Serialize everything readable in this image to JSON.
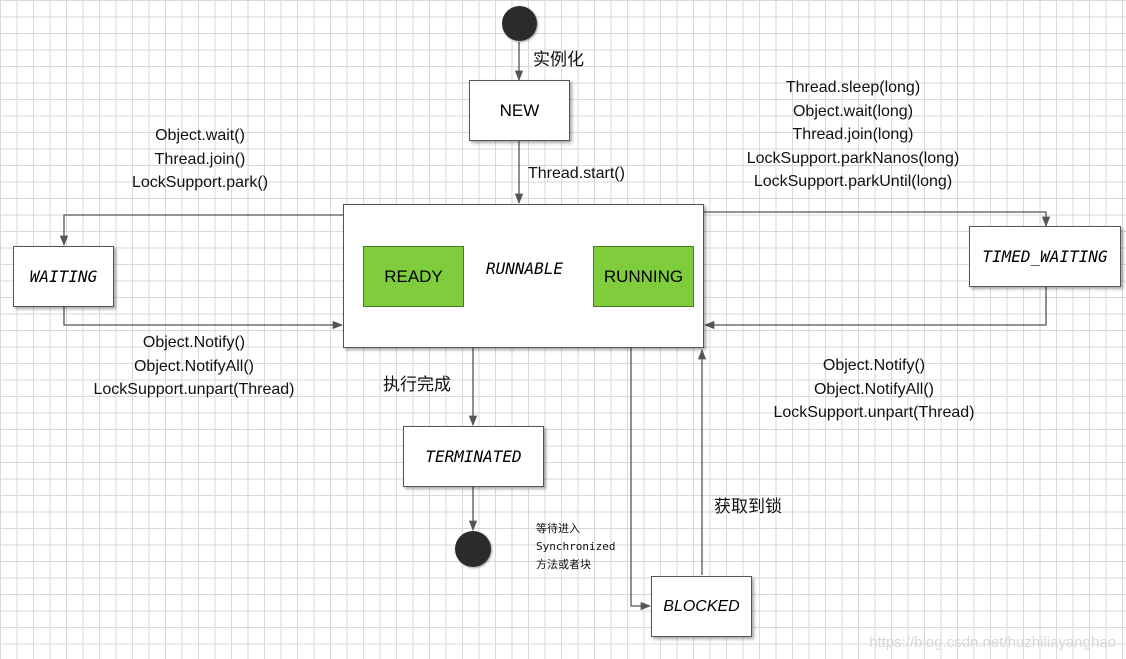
{
  "states": {
    "new": "NEW",
    "runnable": "RUNNABLE",
    "ready": "READY",
    "running": "RUNNING",
    "waiting": "WAITING",
    "timed_waiting": "TIMED_WAITING",
    "terminated": "TERMINATED",
    "blocked": "BLOCKED"
  },
  "transitions": {
    "instantiate": "实例化",
    "start": "Thread.start()",
    "to_waiting": [
      "Object.wait()",
      "Thread.join()",
      "LockSupport.park()"
    ],
    "from_waiting": [
      "Object.Notify()",
      "Object.NotifyAll()",
      "LockSupport.unpart(Thread)"
    ],
    "to_timed_waiting": [
      "Thread.sleep(long)",
      "Object.wait(long)",
      "Thread.join(long)",
      "LockSupport.parkNanos(long)",
      "LockSupport.parkUntil(long)"
    ],
    "from_timed_waiting": [
      "Object.Notify()",
      "Object.NotifyAll()",
      "LockSupport.unpart(Thread)"
    ],
    "finish": "执行完成",
    "acquire_lock": "获取到锁",
    "to_blocked": [
      "等待进入",
      "Synchronized",
      "方法或者块"
    ]
  },
  "watermark": "https://blog.csdn.net/huzhiliayanghao",
  "colors": {
    "substate_fill": "#7fcc3c",
    "terminal_dot": "#2b2b2b",
    "line": "#555555"
  }
}
